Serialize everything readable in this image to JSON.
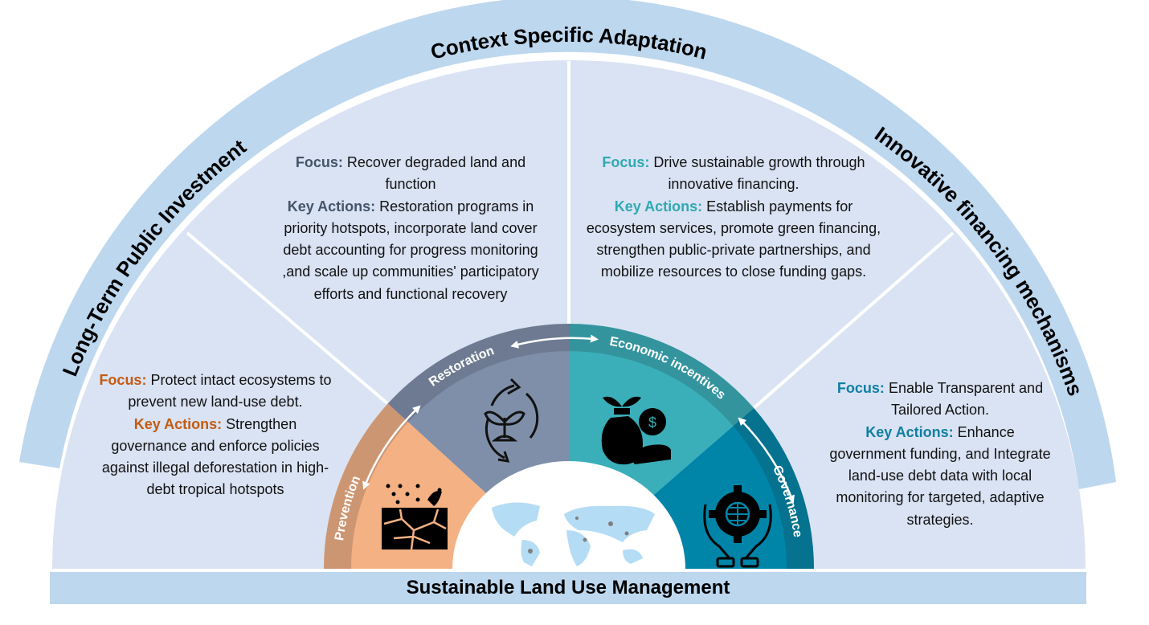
{
  "outer_arc": {
    "left": "Long-Term Public Investment",
    "top": "Context Specific Adaptation",
    "right": "Innovative financing mechanisms"
  },
  "inner_segments": {
    "prevention": "Prevention",
    "restoration": "Restoration",
    "economic": "Economic incentives",
    "governance": "Governance"
  },
  "blocks": {
    "prevention": {
      "focus_label": "Focus:",
      "focus_text": " Protect intact ecosystems to prevent new land-use debt.",
      "actions_label": "Key Actions:",
      "actions_text": " Strengthen governance and enforce policies against illegal deforestation in high-debt tropical hotspots",
      "color": "#c55a11"
    },
    "restoration": {
      "focus_label": "Focus:",
      "focus_text": "  Recover degraded land and function",
      "actions_label": "Key Actions:",
      "actions_text": " Restoration programs in priority hotspots, incorporate land cover debt accounting for progress monitoring ,and scale up communities' participatory efforts and functional recovery",
      "color": "#44546a"
    },
    "economic": {
      "focus_label": "Focus:",
      "focus_text": " Drive sustainable growth through innovative financing.",
      "actions_label": "Key Actions:",
      "actions_text": " Establish payments for ecosystem services, promote green financing, strengthen public-private partnerships, and mobilize resources to close funding gaps.",
      "color": "#2fa9b3"
    },
    "governance": {
      "focus_label": "Focus:",
      "focus_text": " Enable Transparent and Tailored Action.",
      "actions_label": "Key Actions:",
      "actions_text": " Enhance government funding, and Integrate land-use debt data with local monitoring for targeted, adaptive strategies.",
      "color": "#0f7fa3"
    }
  },
  "bottom_title": "Sustainable Land Use Management",
  "colors": {
    "outer_band": "#bdd7ee",
    "inner_area": "#dae3f3",
    "prevention": "#f4b183",
    "restoration": "#7f8fa9",
    "economic": "#3aafb9",
    "governance": "#0085a8"
  },
  "icons": [
    "cracked-soil-icon",
    "plant-recycle-icon",
    "plant-money-hand-icon",
    "hands-globe-gear-icon",
    "world-map-icon",
    "double-arrow-icon"
  ]
}
